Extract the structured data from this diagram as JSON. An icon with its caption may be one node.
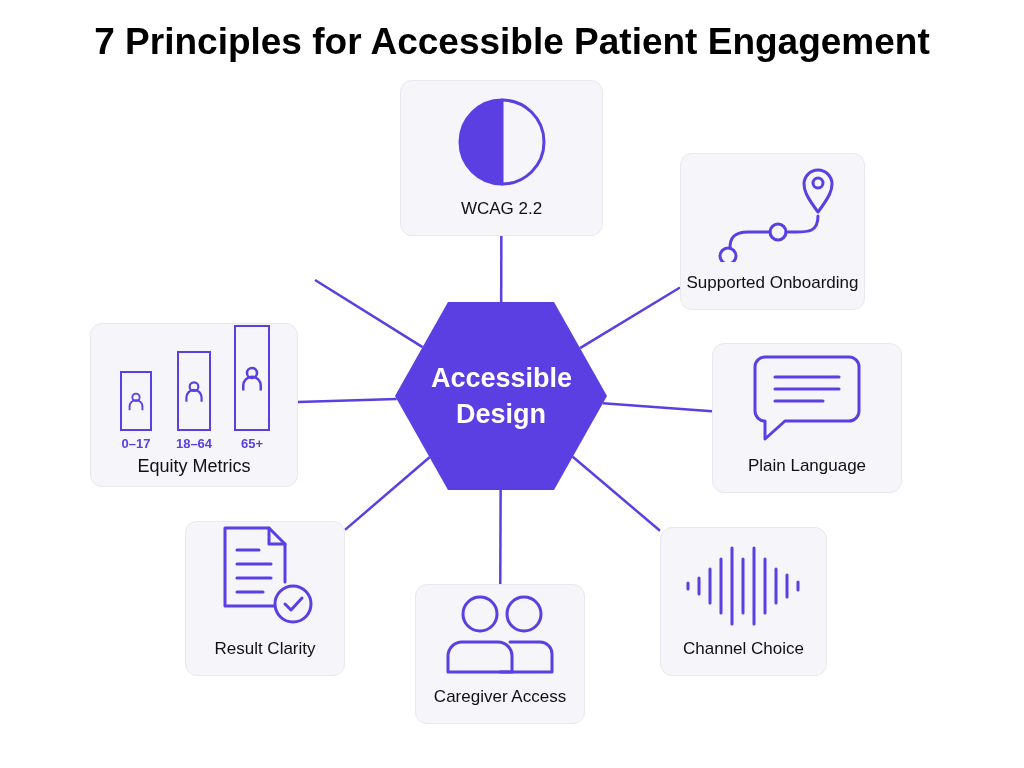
{
  "diagram": {
    "title": "7 Principles for Accessible Patient Engagement",
    "nodes": [
      {
        "text": [
          "Accessible Design"
        ]
      },
      {
        "text": [
          "WCAG 2.2"
        ]
      },
      {
        "text": [
          "Supported Onboarding"
        ]
      },
      {
        "text": [
          "0–17",
          "18–64",
          "65+",
          "Equity Metrics"
        ]
      },
      {
        "text": [
          "Plain Language"
        ]
      },
      {
        "text": [
          "Result Clarity"
        ]
      },
      {
        "text": [
          "Channel Choice"
        ]
      },
      {
        "text": [
          "Caregiver Access"
        ]
      }
    ],
    "edges": [
      {
        "from": 0,
        "to": 1,
        "arrow": "none"
      },
      {
        "from": 0,
        "to": 2,
        "arrow": "none"
      },
      {
        "from": 0,
        "to": null,
        "arrow": "none"
      },
      {
        "from": 0,
        "to": 3,
        "arrow": "none"
      },
      {
        "from": 0,
        "to": 4,
        "arrow": "none"
      },
      {
        "from": 0,
        "to": 5,
        "arrow": "none"
      },
      {
        "from": 0,
        "to": 6,
        "arrow": "none"
      },
      {
        "from": 0,
        "to": 7,
        "arrow": "none"
      }
    ]
  }
}
